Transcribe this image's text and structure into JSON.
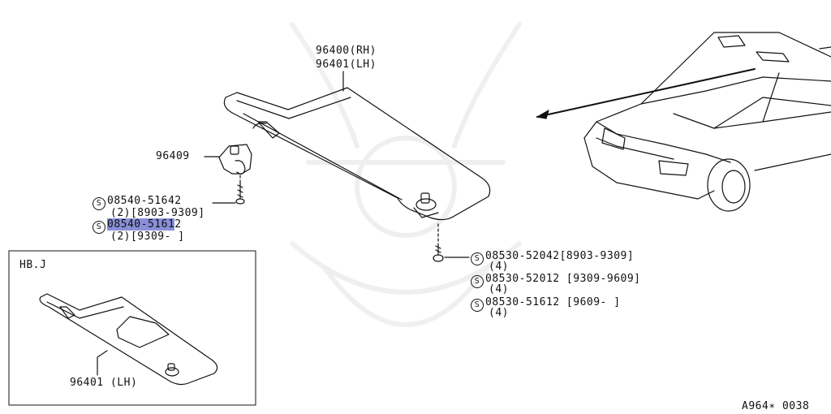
{
  "labels": {
    "visor_rh": "96400(RH)",
    "visor_lh": "96401(LH)",
    "holder": "96409",
    "screw_1": "08540-51642",
    "screw_1_note": "(2)[8903-9309]",
    "screw_2_part_a": "08540-5161",
    "screw_2_part_b": "2",
    "screw_2_note": "(2)[9309-     ]",
    "bolt_1": "08530-52042[8903-9309]",
    "bolt_1_qty": "(4)",
    "bolt_2": "08530-52012 [9309-9609]",
    "bolt_2_qty": "(4)",
    "bolt_3": "08530-51612 [9609-     ]",
    "bolt_3_qty": "(4)",
    "inset_title": "HB.J",
    "inset_visor": "96401 (LH)",
    "diagram_code": "A964∗ 0038",
    "s_symbol": "S"
  },
  "highlight_color": "#8a8fd8"
}
